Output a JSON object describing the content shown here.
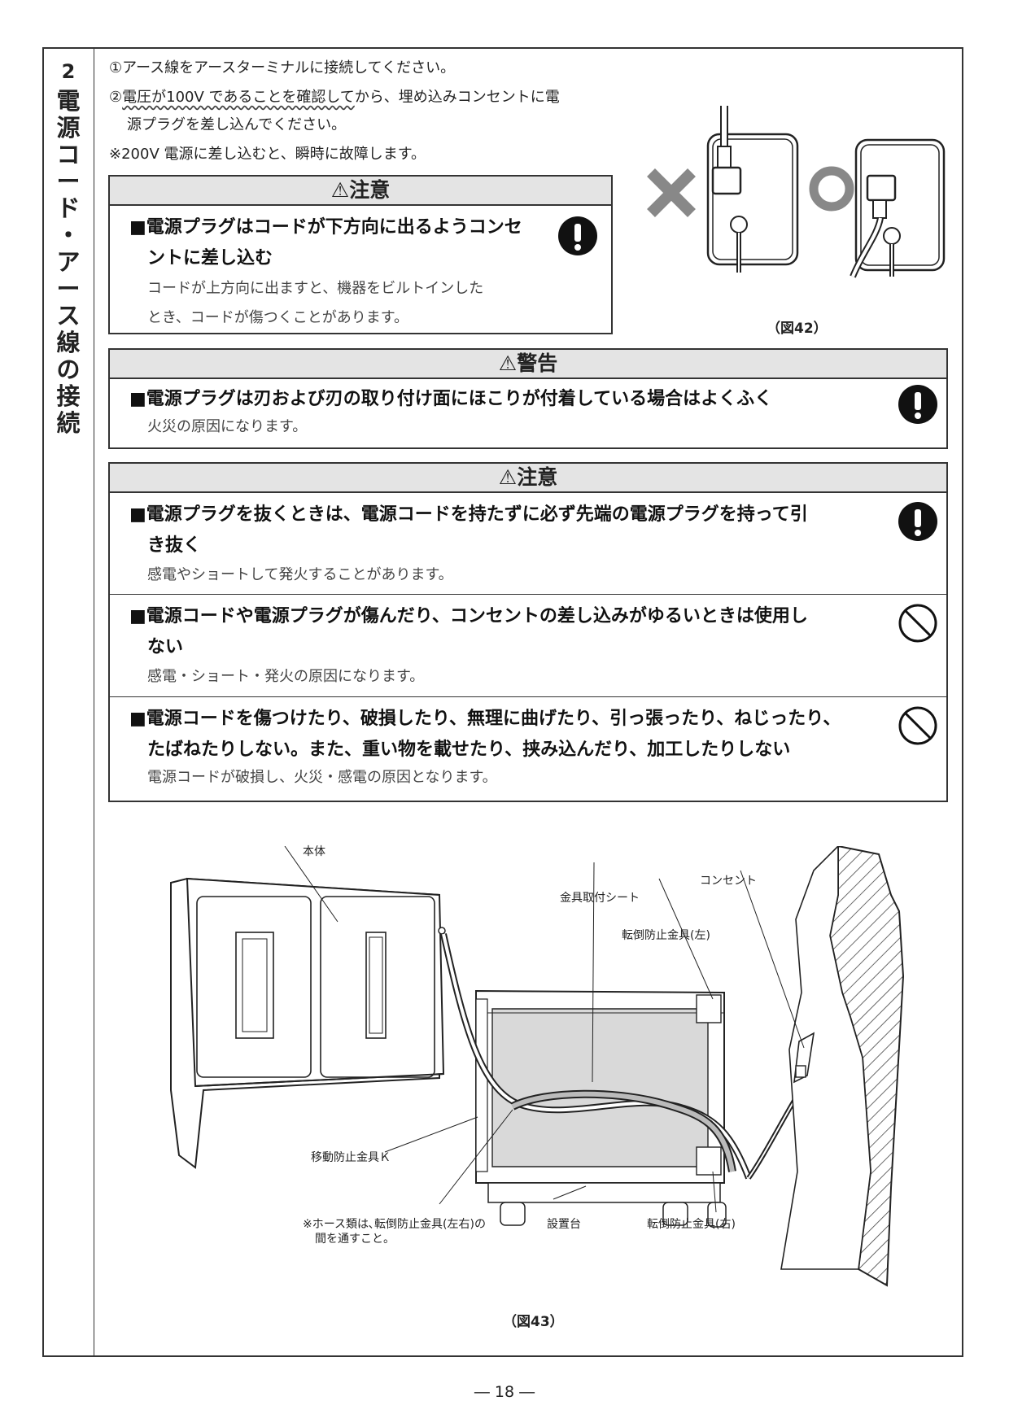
{
  "section": {
    "number": "2",
    "title_chars": [
      "電",
      "源",
      "コ",
      "ー",
      "ド",
      "・",
      "ア",
      "ー",
      "ス",
      "線",
      "の",
      "接",
      "続"
    ]
  },
  "instructions": {
    "line1": "①アース線をアースターミナルに接続してください。",
    "line2_pre": "②",
    "line2_underlined": "電圧が100V であることを確認して",
    "line2_post": "から、埋め込みコンセントに電",
    "line3": "源プラグを差し込んでください。",
    "note": "※200V 電源に差し込むと、瞬時に故障します。"
  },
  "caution_box_1": {
    "header": "⚠注意",
    "item_title_line1": "■電源プラグはコードが下方向に出るようコンセ",
    "item_title_line2": "ントに差し込む",
    "item_body_line1": "コードが上方向に出ますと、機器をビルトインした",
    "item_body_line2": "とき、コードが傷つくことがあります。",
    "icon": "exclamation-icon"
  },
  "figure42": {
    "caption": "（図42）",
    "wrong_mark": "cross-mark-icon",
    "correct_mark": "circle-mark-icon"
  },
  "warning_box": {
    "header": "⚠警告",
    "item_title": "■電源プラグは刃および刃の取り付け面にほこりが付着している場合はよくふく",
    "item_body": "火災の原因になります。",
    "icon": "exclamation-icon"
  },
  "caution_box_2": {
    "header": "⚠注意",
    "items": [
      {
        "title_line1": "■電源プラグを抜くときは、電源コードを持たずに必ず先端の電源プラグを持って引",
        "title_line2": "き抜く",
        "body": "感電やショートして発火することがあります。",
        "icon": "exclamation-icon"
      },
      {
        "title_line1": "■電源コードや電源プラグが傷んだり、コンセントの差し込みがゆるいときは使用し",
        "title_line2": "ない",
        "body": "感電・ショート・発火の原因になります。",
        "icon": "prohibition-icon"
      },
      {
        "title_line1": "■電源コードを傷つけたり、破損したり、無理に曲げたり、引っ張ったり、ねじったり、",
        "title_line2": "たばねたりしない。また、重い物を載せたり、挟み込んだり、加工したりしない",
        "body": "電源コードが破損し、火災・感電の原因となります。",
        "icon": "prohibition-icon"
      }
    ]
  },
  "figure43": {
    "caption": "（図43）",
    "labels": {
      "body": "本体",
      "sheet": "金具取付シート",
      "outlet": "コンセント",
      "left_bracket": "転倒防止金具(左)",
      "right_bracket": "転倒防止金具(右)",
      "move_bracket": "移動防止金具Ｋ",
      "hose_note_line1": "※ホース類は､転倒防止金具(左右)の",
      "hose_note_line2": "間を通すこと。",
      "base": "設置台"
    }
  },
  "page_number": "― 18 ―"
}
